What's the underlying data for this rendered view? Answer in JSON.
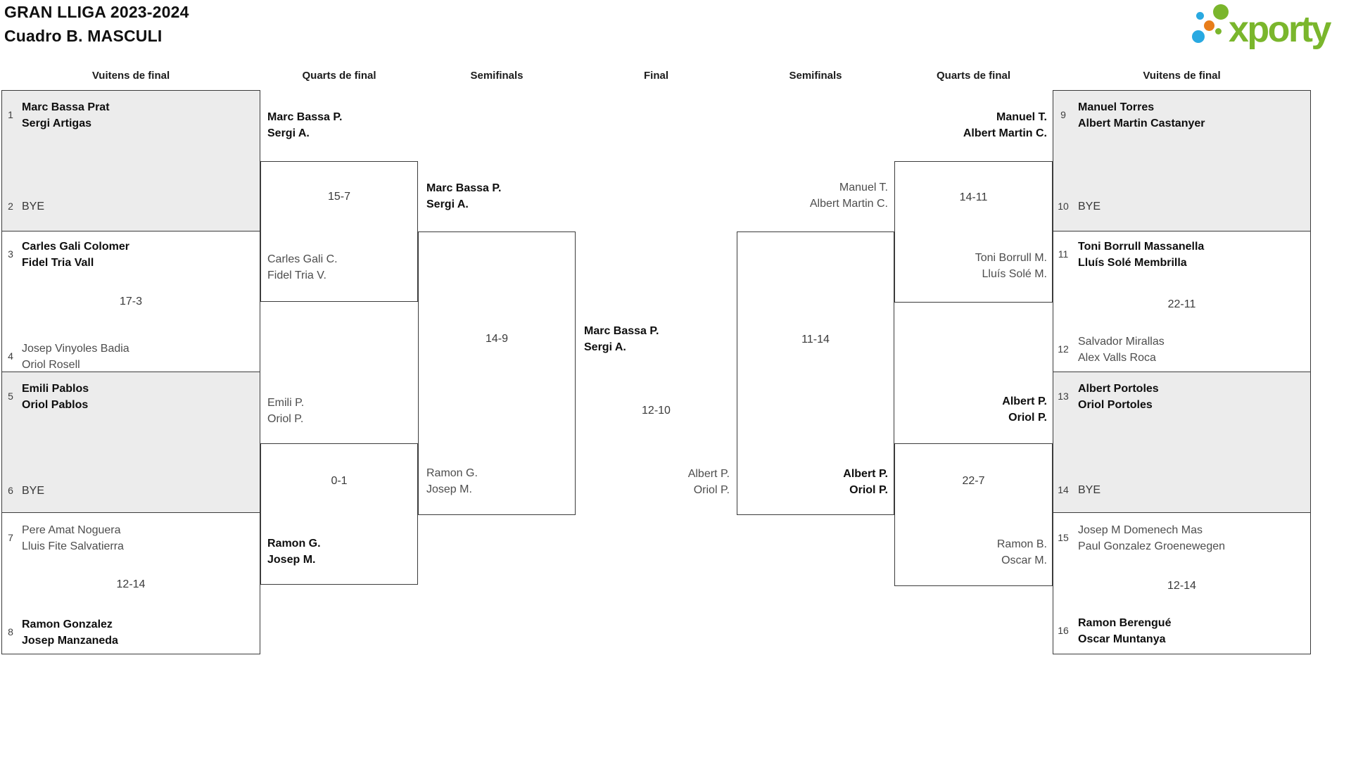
{
  "header": {
    "title1": "GRAN LLIGA 2023-2024",
    "title2": "Cuadro B. MASCULI",
    "logo_text": "xporty"
  },
  "colors": {
    "brand_green": "#7ab62c",
    "brand_blue": "#29a9e1",
    "brand_orange": "#e87d1a",
    "bye_box_gray": "#ececec"
  },
  "rounds": [
    "Vuitens de final",
    "Quarts de final",
    "Semifinals",
    "Final",
    "Semifinals",
    "Quarts de final",
    "Vuitens de final"
  ],
  "seeds": [
    {
      "n": "1",
      "p1": "Marc Bassa Prat",
      "p2": "Sergi Artigas"
    },
    {
      "n": "2",
      "p1": "BYE",
      "p2": ""
    },
    {
      "n": "3",
      "p1": "Carles Gali Colomer",
      "p2": "Fidel Tria Vall"
    },
    {
      "n": "4",
      "p1": "Josep Vinyoles Badia",
      "p2": "Oriol Rosell"
    },
    {
      "n": "5",
      "p1": "Emili Pablos",
      "p2": "Oriol Pablos"
    },
    {
      "n": "6",
      "p1": "BYE",
      "p2": ""
    },
    {
      "n": "7",
      "p1": "Pere Amat Noguera",
      "p2": "Lluis Fite Salvatierra"
    },
    {
      "n": "8",
      "p1": "Ramon Gonzalez",
      "p2": "Josep Manzaneda"
    },
    {
      "n": "9",
      "p1": "Manuel Torres",
      "p2": "Albert Martin Castanyer"
    },
    {
      "n": "10",
      "p1": "BYE",
      "p2": ""
    },
    {
      "n": "11",
      "p1": "Toni Borrull Massanella",
      "p2": "Lluís Solé Membrilla"
    },
    {
      "n": "12",
      "p1": "Salvador Mirallas",
      "p2": "Alex Valls Roca"
    },
    {
      "n": "13",
      "p1": "Albert Portoles",
      "p2": "Oriol Portoles"
    },
    {
      "n": "14",
      "p1": "BYE",
      "p2": ""
    },
    {
      "n": "15",
      "p1": "Josep M Domenech Mas",
      "p2": "Paul Gonzalez Groenewegen"
    },
    {
      "n": "16",
      "p1": "Ramon Berengué",
      "p2": "Oscar Muntanya"
    }
  ],
  "r1_scores": {
    "m34": "17-3",
    "m78": "12-14",
    "m1112": "22-11",
    "m1516": "12-14"
  },
  "qf": {
    "l1": {
      "t1": "Marc Bassa P.",
      "t2": "Sergi A.",
      "s": "15-7",
      "b1": "Carles Gali C.",
      "b2": "Fidel Tria V."
    },
    "l2": {
      "t1": "Emili P.",
      "t2": "Oriol P.",
      "s": "0-1",
      "b1": "Ramon G.",
      "b2": "Josep M."
    },
    "r1": {
      "t1": "Manuel T.",
      "t2": "Albert Martin C.",
      "s": "14-11",
      "b1": "Toni Borrull M.",
      "b2": "Lluís Solé M."
    },
    "r2": {
      "t1": "Albert P.",
      "t2": "Oriol P.",
      "s": "22-7",
      "b1": "Ramon B.",
      "b2": "Oscar M."
    }
  },
  "sf": {
    "l": {
      "t1": "Marc Bassa P.",
      "t2": "Sergi A.",
      "s": "14-9",
      "b1": "Ramon G.",
      "b2": "Josep M."
    },
    "r": {
      "t1": "Manuel T.",
      "t2": "Albert Martin C.",
      "s": "11-14",
      "b1": "Albert P.",
      "b2": "Oriol P."
    }
  },
  "final": {
    "w1": "Marc Bassa P.",
    "w2": "Sergi A.",
    "s": "12-10",
    "l1": "Albert P.",
    "l2": "Oriol P."
  }
}
